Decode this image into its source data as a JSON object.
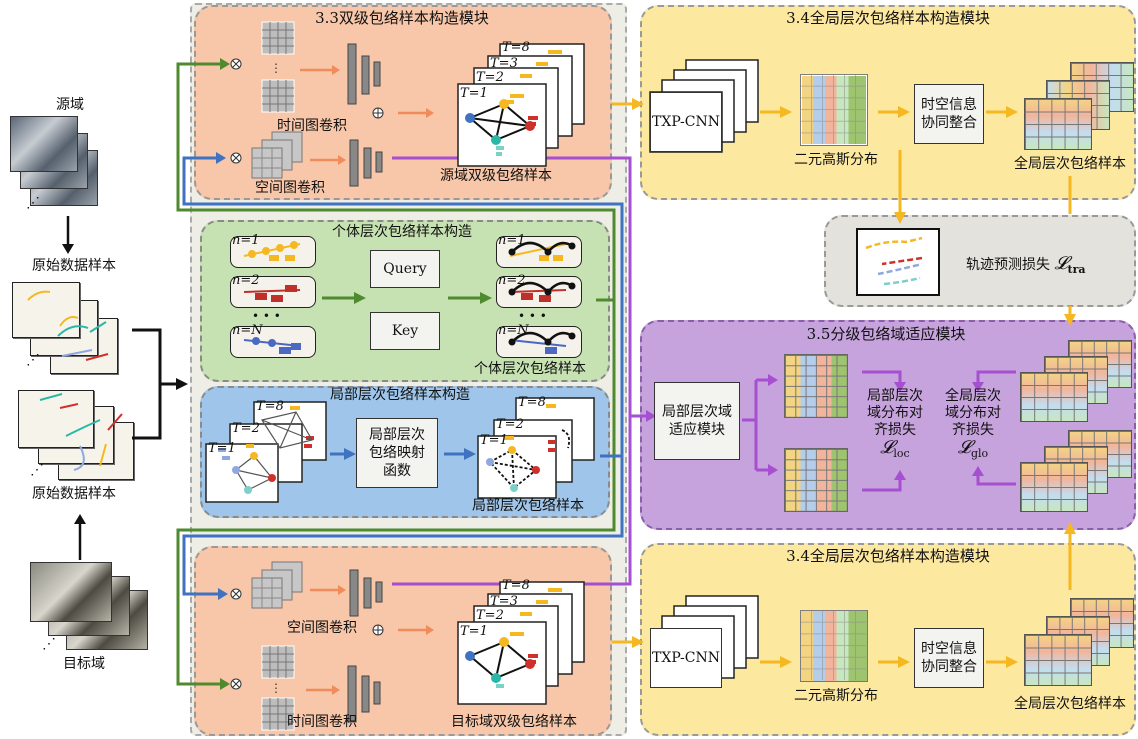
{
  "left": {
    "source_domain": "源域",
    "raw_samples_top": "原始数据样本",
    "raw_samples_bottom": "原始数据样本",
    "target_domain": "目标域"
  },
  "dual_module": {
    "title": "3.3双级包络样本构造模块",
    "temporal_conv": "时间图卷积",
    "spatial_conv": "空间图卷积",
    "source_output": "源域双级包络样本",
    "target_output": "目标域双级包络样本",
    "t_labels": [
      "T=1",
      "T=2",
      "T=3",
      "T=8"
    ]
  },
  "individual": {
    "title": "个体层次包络样本构造",
    "n1": "n=1",
    "n2": "n=2",
    "nN": "n=N",
    "dots": "• • •",
    "query": "Query",
    "key": "Key",
    "output": "个体层次包络样本"
  },
  "local": {
    "title": "局部层次包络样本构造",
    "mapping": "局部层次包络映射函数",
    "mapping_lines": [
      "局部层次",
      "包络映射",
      "函数"
    ],
    "output": "局部层次包络样本",
    "t_labels": [
      "T=1",
      "T=2",
      "T=8"
    ]
  },
  "global_module": {
    "title": "3.4全局层次包络样本构造模块",
    "txp": "TXP-CNN",
    "gaussian": "二元高斯分布",
    "integrate_lines": [
      "时空信息",
      "协同整合"
    ],
    "output": "全局层次包络样本"
  },
  "trajectory": {
    "loss_label": "轨迹预测损失",
    "loss_symbol": "𝓛",
    "loss_sub": "tra"
  },
  "adaptation": {
    "title": "3.5分级包络域适应模块",
    "local_module_lines": [
      "局部层次域",
      "适应模块"
    ],
    "local_loss_lines": [
      "局部层次",
      "域分布对",
      "齐损失"
    ],
    "local_symbol": "𝓛",
    "local_sub": "loc",
    "global_loss_lines": [
      "全局层次",
      "域分布对",
      "齐损失"
    ],
    "global_symbol": "𝓛",
    "global_sub": "glo"
  },
  "colors": {
    "green_arrow": "#4f8a2e",
    "blue_arrow": "#3f72c0",
    "purple_arrow": "#a64fd0",
    "yellow_arrow": "#f5b820",
    "orange_arrow": "#f08c5a"
  }
}
